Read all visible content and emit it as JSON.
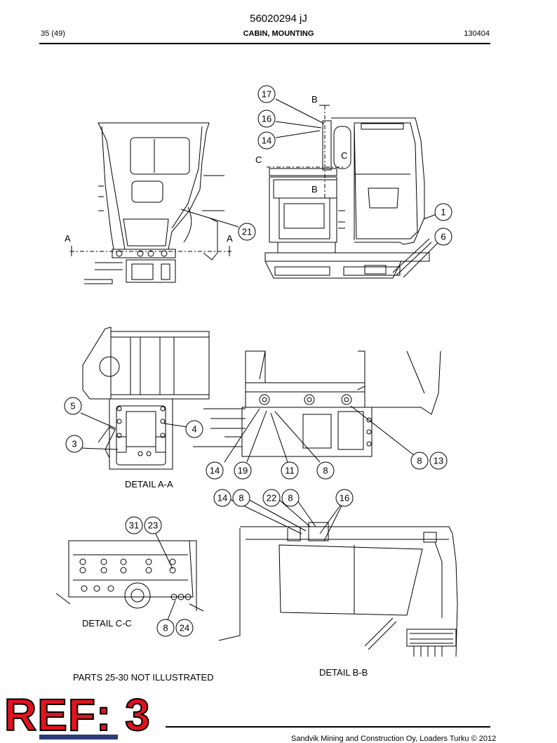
{
  "header": {
    "doc_number": "56020294 jJ",
    "page": "35 (49)",
    "title": "CABIN, MOUNTING",
    "code": "130404"
  },
  "captions": {
    "detail_aa": "DETAIL A-A",
    "detail_cc": "DETAIL C-C",
    "detail_bb": "DETAIL B-B",
    "not_illustrated": "PARTS 25-30 NOT ILLUSTRATED"
  },
  "section_letters": {
    "a": "A",
    "b": "B",
    "c": "C"
  },
  "stamp": "REF: 3",
  "footer": "Sandvik Mining and Construction Oy, Loaders Turku © 2012",
  "callouts": {
    "top": [
      "17",
      "16",
      "14",
      "21",
      "1",
      "6"
    ],
    "aa": [
      "5",
      "4",
      "3",
      "14",
      "19",
      "11",
      "8",
      "8",
      "13"
    ],
    "bb": [
      "14",
      "8",
      "22",
      "8",
      "16"
    ],
    "cc": [
      "31",
      "23",
      "8",
      "24"
    ]
  }
}
